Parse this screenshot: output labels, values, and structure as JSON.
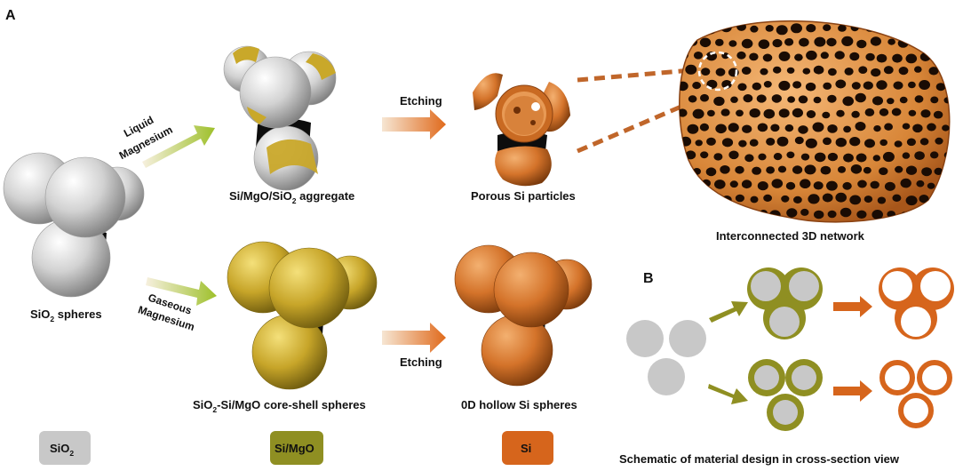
{
  "panels": {
    "a": "A",
    "b": "B"
  },
  "labels": {
    "sio2_spheres": {
      "main": "SiO",
      "sub": "2",
      "rest": " spheres"
    },
    "aggregate": {
      "pre": "Si/MgO/SiO",
      "sub": "2",
      "rest": " aggregate"
    },
    "porous": "Porous Si particles",
    "network": "Interconnected 3D network",
    "core_shell": {
      "pre": "SiO",
      "sub": "2",
      "rest": "-Si/MgO core-shell spheres"
    },
    "hollow": "0D hollow Si spheres",
    "schematic": "Schematic of material design in cross-section view"
  },
  "arrows": {
    "liquid": [
      "Liquid",
      "Magnesium"
    ],
    "gaseous": [
      "Gaseous",
      "Magnesium"
    ],
    "etching_top": "Etching",
    "etching_bottom": "Etching"
  },
  "legend": [
    {
      "name": "SiO2",
      "main": "SiO",
      "sub": "2",
      "color": "#c8c8c8"
    },
    {
      "name": "Si/MgO",
      "main": "Si/MgO",
      "sub": "",
      "color": "#8f8f22"
    },
    {
      "name": "Si",
      "main": "Si",
      "sub": "",
      "color": "#d6651c"
    }
  ],
  "colors": {
    "silica": "#cfcfcf",
    "magnesia": "#c9a82a",
    "silicon": "#d4732a",
    "olive": "#8f8f22",
    "orange": "#d6651c"
  }
}
